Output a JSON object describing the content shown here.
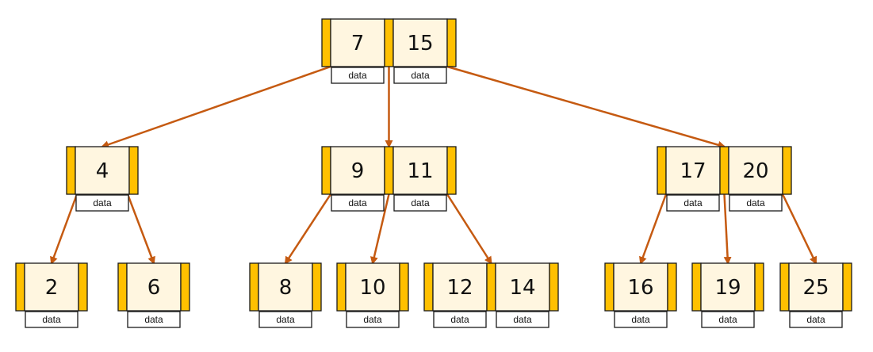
{
  "colors": {
    "pointer": "#FFC000",
    "key_fill": "#FFF6E0",
    "border": "#1a1a1a",
    "edge": "#C55A11"
  },
  "data_label": "data",
  "tree": {
    "root": {
      "keys": [
        "7",
        "15"
      ]
    },
    "level1": [
      {
        "keys": [
          "4"
        ]
      },
      {
        "keys": [
          "9",
          "11"
        ]
      },
      {
        "keys": [
          "17",
          "20"
        ]
      }
    ],
    "leaves": [
      {
        "keys": [
          "2"
        ]
      },
      {
        "keys": [
          "6"
        ]
      },
      {
        "keys": [
          "8"
        ]
      },
      {
        "keys": [
          "10"
        ]
      },
      {
        "keys": [
          "12",
          "14"
        ]
      },
      {
        "keys": [
          "16"
        ]
      },
      {
        "keys": [
          "19"
        ]
      },
      {
        "keys": [
          "25"
        ]
      }
    ],
    "edges": [
      {
        "from": "root",
        "to": "level1.0"
      },
      {
        "from": "root",
        "to": "level1.1"
      },
      {
        "from": "root",
        "to": "level1.2"
      },
      {
        "from": "level1.0",
        "to": "leaves.0"
      },
      {
        "from": "level1.0",
        "to": "leaves.1"
      },
      {
        "from": "level1.1",
        "to": "leaves.2"
      },
      {
        "from": "level1.1",
        "to": "leaves.3"
      },
      {
        "from": "level1.1",
        "to": "leaves.4"
      },
      {
        "from": "level1.2",
        "to": "leaves.5"
      },
      {
        "from": "level1.2",
        "to": "leaves.6"
      },
      {
        "from": "level1.2",
        "to": "leaves.7"
      }
    ]
  }
}
